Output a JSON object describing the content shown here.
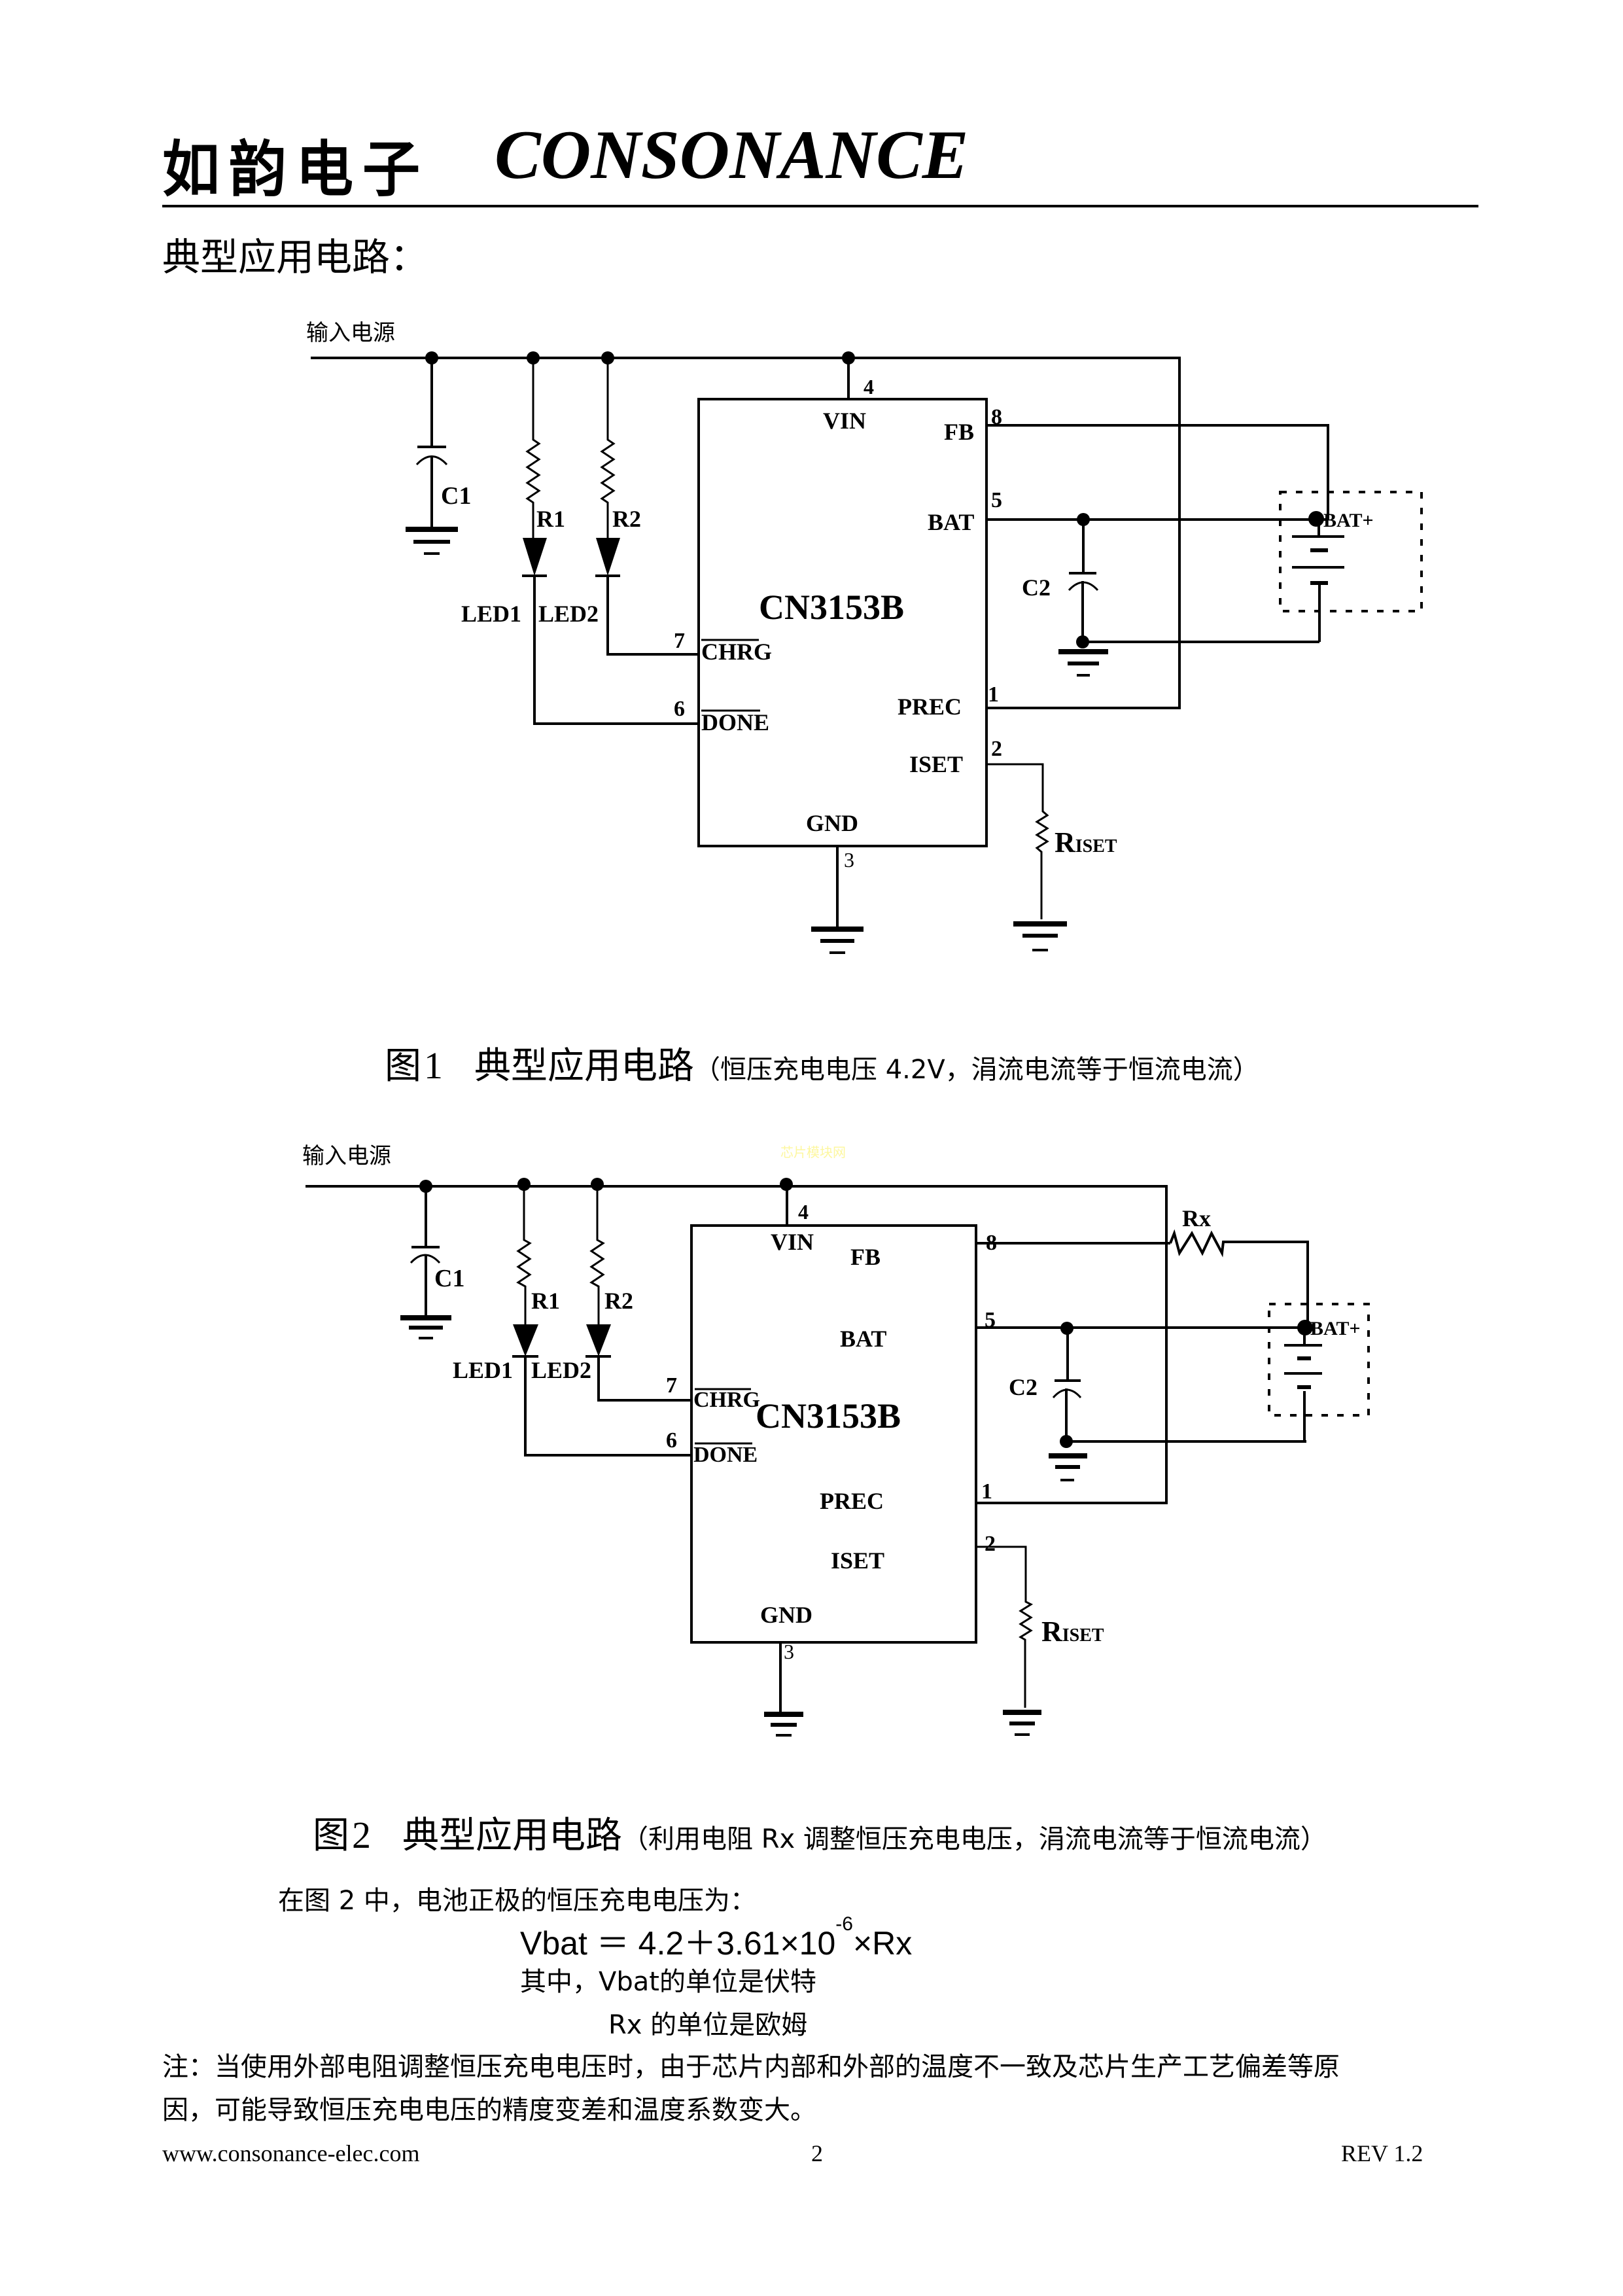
{
  "header": {
    "brand_cn": "如韵电子",
    "brand_en": "CONSONANCE"
  },
  "section_title": "典型应用电路：",
  "figure1": {
    "input_label": "输入电源",
    "ic_name": "CN3153B",
    "pins": {
      "vin": {
        "name": "VIN",
        "num": "4"
      },
      "fb": {
        "name": "FB",
        "num": "8"
      },
      "bat": {
        "name": "BAT",
        "num": "5"
      },
      "chrg": {
        "name": "CHRG",
        "num": "7"
      },
      "done": {
        "name": "DONE",
        "num": "6"
      },
      "prec": {
        "name": "PREC",
        "num": "1"
      },
      "iset": {
        "name": "ISET",
        "num": "2"
      },
      "gnd": {
        "name": "GND",
        "num": "3"
      }
    },
    "components": {
      "c1": "C1",
      "c2": "C2",
      "r1": "R1",
      "r2": "R2",
      "led1": "LED1",
      "led2": "LED2",
      "riset_main": "R",
      "riset_sub": "ISET",
      "battery": "BAT+"
    },
    "caption": {
      "prefix": "图",
      "number": "1",
      "title": "典型应用电路",
      "note": "（恒压充电电压 4.2V，涓流电流等于恒流电流）"
    }
  },
  "figure2": {
    "input_label": "输入电源",
    "watermark": "芯片模块网",
    "ic_name": "CN3153B",
    "pins": {
      "vin": {
        "name": "VIN",
        "num": "4"
      },
      "fb": {
        "name": "FB",
        "num": "8"
      },
      "bat": {
        "name": "BAT",
        "num": "5"
      },
      "chrg": {
        "name": "CHRG",
        "num": "7"
      },
      "done": {
        "name": "DONE",
        "num": "6"
      },
      "prec": {
        "name": "PREC",
        "num": "1"
      },
      "iset": {
        "name": "ISET",
        "num": "2"
      },
      "gnd": {
        "name": "GND",
        "num": "3"
      }
    },
    "components": {
      "c1": "C1",
      "c2": "C2",
      "r1": "R1",
      "r2": "R2",
      "rx": "Rx",
      "led1": "LED1",
      "led2": "LED2",
      "riset_main": "R",
      "riset_sub": "ISET",
      "battery": "BAT+"
    },
    "caption": {
      "prefix": "图",
      "number": "2",
      "title": "典型应用电路",
      "note": "（利用电阻 Rx 调整恒压充电电压，涓流电流等于恒流电流）"
    }
  },
  "explanation": {
    "intro": "在图 2 中，电池正极的恒压充电电压为：",
    "formula_lhs": "Vbat ＝ 4.2＋3.61×10",
    "formula_exp": "-6",
    "formula_rhs": "×Rx",
    "unit_vbat": "其中，Vbat的单位是伏特",
    "unit_rx": "Rx 的单位是欧姆",
    "note_line1": "注：当使用外部电阻调整恒压充电电压时，由于芯片内部和外部的温度不一致及芯片生产工艺偏差等原",
    "note_line2": "因，可能导致恒压充电电压的精度变差和温度系数变大。"
  },
  "footer": {
    "website": "www.consonance-elec.com",
    "page_number": "2",
    "revision": "REV 1.2"
  }
}
